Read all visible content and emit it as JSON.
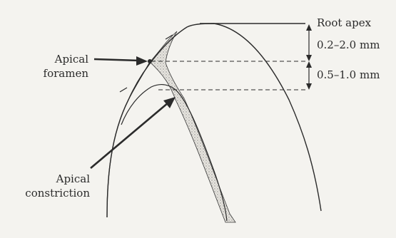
{
  "diagram": {
    "labels": {
      "apical_foramen_line1": "Apical",
      "apical_foramen_line2": "foramen",
      "apical_constriction_line1": "Apical",
      "apical_constriction_line2": "constriction",
      "root_apex": "Root apex",
      "measure_top": "0.2–2.0 mm",
      "measure_bottom": "0.5–1.0 mm"
    },
    "colors": {
      "background": "#f4f3ef",
      "line": "#2b2b2b",
      "canal_fill": "#cfcfcf"
    }
  }
}
